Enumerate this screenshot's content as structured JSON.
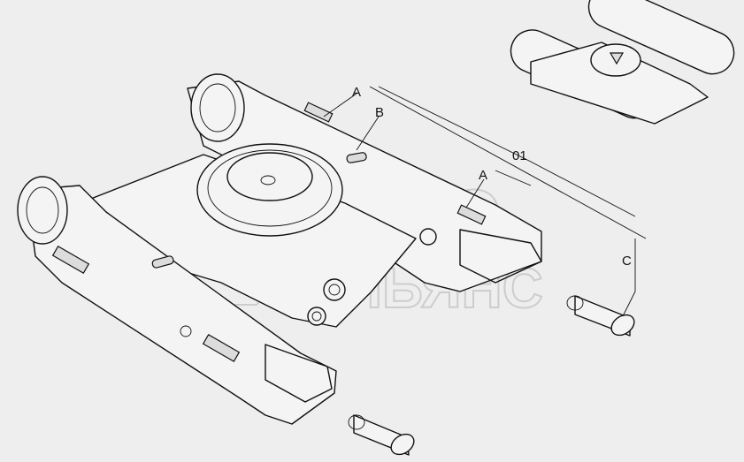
{
  "labels": {
    "a_upper": "A",
    "b": "B",
    "part_01": "01",
    "a_lower": "A",
    "c": "C"
  },
  "watermark": {
    "line1": "АВТО",
    "line2": "АЛЬЯНС"
  }
}
